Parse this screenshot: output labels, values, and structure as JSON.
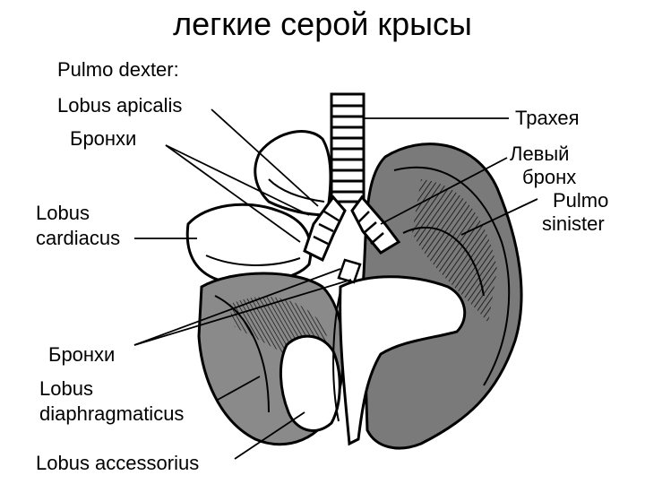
{
  "title": "легкие серой крысы",
  "labels": {
    "pulmo_dexter": "Pulmo dexter:",
    "lobus_apicalis": "Lobus apicalis",
    "bronchi_upper": "Бронхи",
    "lobus_cardiacus_1": "Lobus",
    "lobus_cardiacus_2": "cardiacus",
    "bronchi_lower": "Бронхи",
    "lobus_diaphragmaticus_1": "Lobus",
    "lobus_diaphragmaticus_2": "diaphragmaticus",
    "lobus_accessorius": "Lobus accessorius",
    "trachea": "Трахея",
    "left_bronchus_1": "Левый",
    "left_bronchus_2": "бронх",
    "pulmo_sinister_1": "Pulmo",
    "pulmo_sinister_2": "sinister"
  },
  "colors": {
    "ink": "#000000",
    "paper": "#ffffff",
    "shade": "#6e6e6e"
  }
}
